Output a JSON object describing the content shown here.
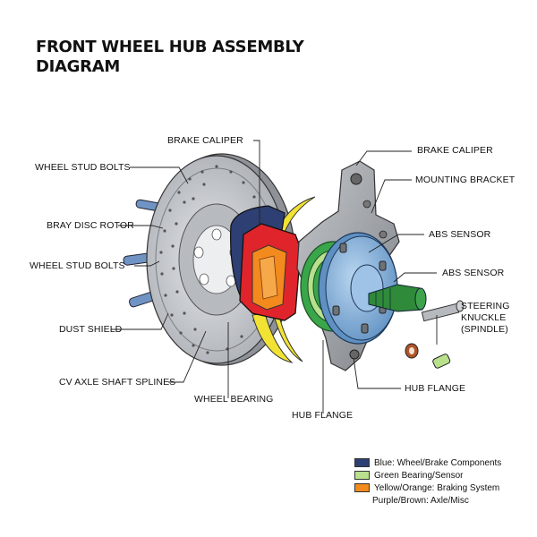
{
  "title_line1": "FRONT WHEEL HUB ASSEMBLY",
  "title_line2": "DIAGRAM",
  "labels": {
    "brake_caliper_top": "BRAKE CALIPER",
    "wheel_stud_bolts_1": "WHEEL STUD BOLTS",
    "bray_disc_rotor": "BRAY DISC ROTOR",
    "wheel_stud_bolts_2": "WHEEL STUD BOLTS",
    "dust_shield": "DUST SHIELD",
    "cv_axle": "CV AXLE SHAFT SPLINES",
    "wheel_bearing": "WHEEL BEARING",
    "hub_flange_bottom": "HUB FLANGE",
    "brake_caliper_right": "BRAKE CALIPER",
    "mounting_bracket": "MOUNTING BRACKET",
    "abs_sensor_1": "ABS SENSOR",
    "abs_sensor_2": "ABS SENSOR",
    "steering_knuckle_1": "STEERING",
    "steering_knuckle_2": "KNUCKLE",
    "steering_knuckle_3": "(SPINDLE)",
    "hub_flange_right": "HUB FLANGE"
  },
  "legend": [
    {
      "label": "Blue: Wheel/Brake Components",
      "color": "#2d3f73"
    },
    {
      "label": "Green Bearing/Sensor",
      "color": "#b9e08d"
    },
    {
      "label": "Yellow/Orange: Braking System",
      "color": "#f28a1d"
    },
    {
      "label": "Purple/Brown: Axle/Misc",
      "color": ""
    }
  ],
  "colors": {
    "rotor": "#c9ccd1",
    "caliper_red": "#e0242b",
    "shield_yellow": "#f2e234",
    "bearing_green": "#39a64a",
    "hub_blue": "#8fb8de",
    "knuckle_gray": "#a8acb1",
    "bolt_blue": "#6f94c4",
    "axle_green": "#2f8a3a"
  }
}
